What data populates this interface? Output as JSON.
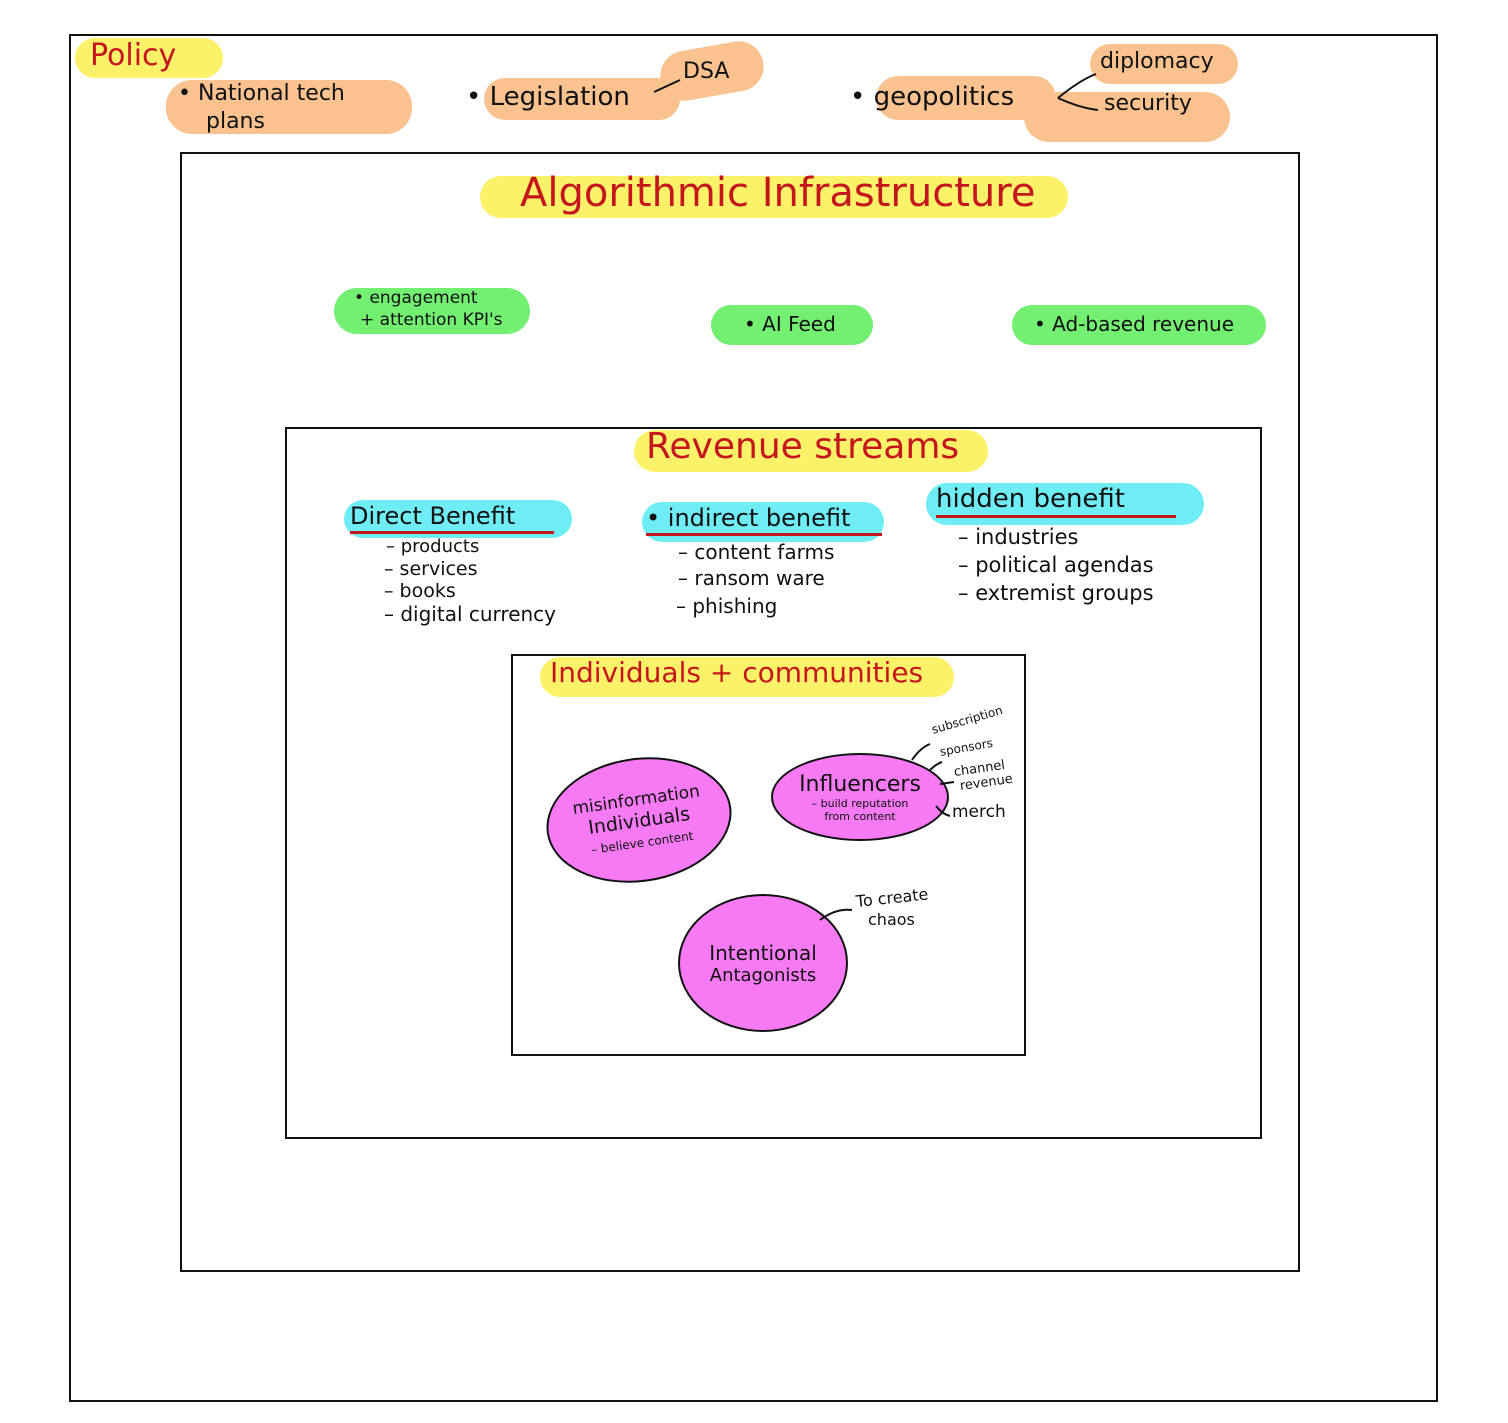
{
  "colors": {
    "yellow_highlight": "#fbf269",
    "orange_highlight": "#f9c28f",
    "green_highlight": "#73ef72",
    "cyan_highlight": "#6fedf5",
    "magenta_fill": "#f57af3",
    "title_red": "#c4161c"
  },
  "policy": {
    "title": "Policy",
    "items": {
      "national_tech": [
        "National tech",
        "plans"
      ],
      "legislation": "Legislation",
      "legislation_sub": "DSA",
      "geopolitics": "geopolitics",
      "geopolitics_subs": [
        "diplomacy",
        "security"
      ]
    }
  },
  "algorithmic": {
    "title": "Algorithmic Infrastructure",
    "items": {
      "engagement": [
        "engagement",
        "+ attention KPI's"
      ],
      "ai_feed": "AI Feed",
      "ad_revenue": "Ad-based revenue"
    }
  },
  "revenue": {
    "title": "Revenue streams",
    "direct": {
      "heading": "Direct Benefit",
      "items": [
        "products",
        "services",
        "books",
        "digital currency"
      ]
    },
    "indirect": {
      "heading": "indirect benefit",
      "items": [
        "content farms",
        "ransom ware",
        "phishing"
      ]
    },
    "hidden": {
      "heading": "hidden benefit",
      "items": [
        "industries",
        "political agendas",
        "extremist groups"
      ]
    }
  },
  "individuals": {
    "title": "Individuals + communities",
    "misinformation": {
      "lines": [
        "misinformation",
        "Individuals"
      ],
      "note": "– believe content"
    },
    "influencers": {
      "title": "Influencers",
      "note": [
        "– build reputation",
        "from content"
      ],
      "streams": [
        "subscription",
        "sponsors",
        "channel",
        "revenue",
        "merch"
      ]
    },
    "antagonists": {
      "lines": [
        "Intentional",
        "Antagonists"
      ],
      "note": [
        "To create",
        "chaos"
      ]
    }
  }
}
